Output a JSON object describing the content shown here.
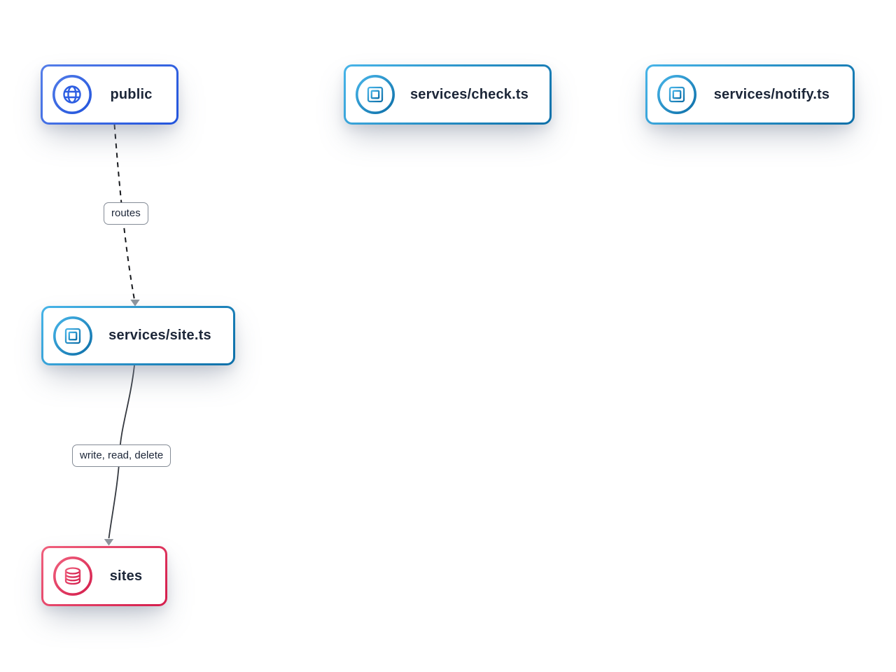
{
  "diagram": {
    "background": "#ffffff",
    "nodes": [
      {
        "id": "public",
        "label": "public",
        "icon": "globe-icon",
        "accent_from": "#557ee9",
        "accent_to": "#2254dc"
      },
      {
        "id": "services-check",
        "label": "services/check.ts",
        "icon": "chip-icon",
        "accent_from": "#47b4e8",
        "accent_to": "#0d6fa8"
      },
      {
        "id": "services-notify",
        "label": "services/notify.ts",
        "icon": "chip-icon",
        "accent_from": "#47b4e8",
        "accent_to": "#0d6fa8"
      },
      {
        "id": "services-site",
        "label": "services/site.ts",
        "icon": "chip-icon",
        "accent_from": "#47b4e8",
        "accent_to": "#0d6fa8"
      },
      {
        "id": "sites",
        "label": "sites",
        "icon": "database-icon",
        "accent_from": "#f0607d",
        "accent_to": "#d41d4c"
      }
    ],
    "edges": [
      {
        "from": "public",
        "to": "services-site",
        "label": "routes",
        "style": "dashed"
      },
      {
        "from": "services-site",
        "to": "sites",
        "label": "write, read, delete",
        "style": "solid"
      }
    ],
    "colors": {
      "edge_dashed": "#17191d",
      "edge_solid": "#34383f",
      "arrowhead": "#8f959d",
      "node_text": "#1c2638",
      "edge_label_border": "#848b96"
    }
  }
}
